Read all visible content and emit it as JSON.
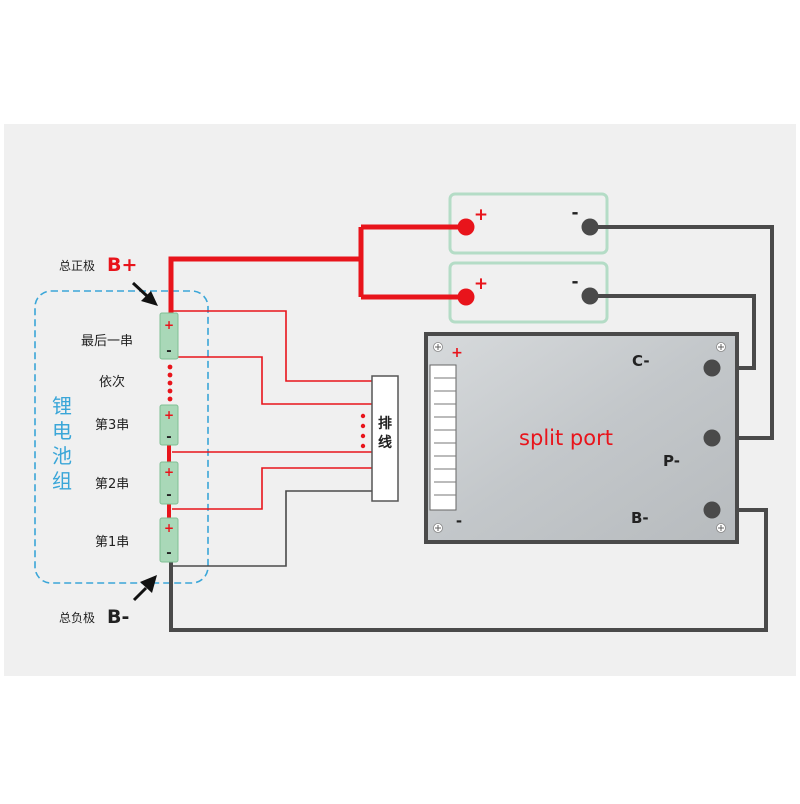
{
  "labels": {
    "total_positive": "总正极",
    "b_plus": "B+",
    "total_negative": "总负极",
    "b_minus": "B-",
    "pack_vertical": [
      "锂",
      "电",
      "池",
      "组"
    ],
    "last_series": "最后一串",
    "in_order": "依次",
    "series_3": "第3串",
    "series_2": "第2串",
    "series_1": "第1串",
    "cable_chars": [
      "排",
      "线"
    ],
    "split_port": "split port",
    "terminal_c": "C-",
    "terminal_p": "P-",
    "terminal_b": "B-",
    "board_plus": "+",
    "board_minus": "-",
    "plus": "+",
    "minus": "-"
  },
  "colors": {
    "positive_wire": "#e8141b",
    "negative_wire": "#4a4a4a",
    "cell_fill": "#a9d8b8",
    "cell_border": "#7fbf95",
    "pack_border": "#3aa6d8",
    "load_box_border": "#b4dcc6",
    "board_border": "#4a4a4a",
    "board_fill": "#c9cdd0",
    "canvas_bg": "#f0f0f0"
  }
}
